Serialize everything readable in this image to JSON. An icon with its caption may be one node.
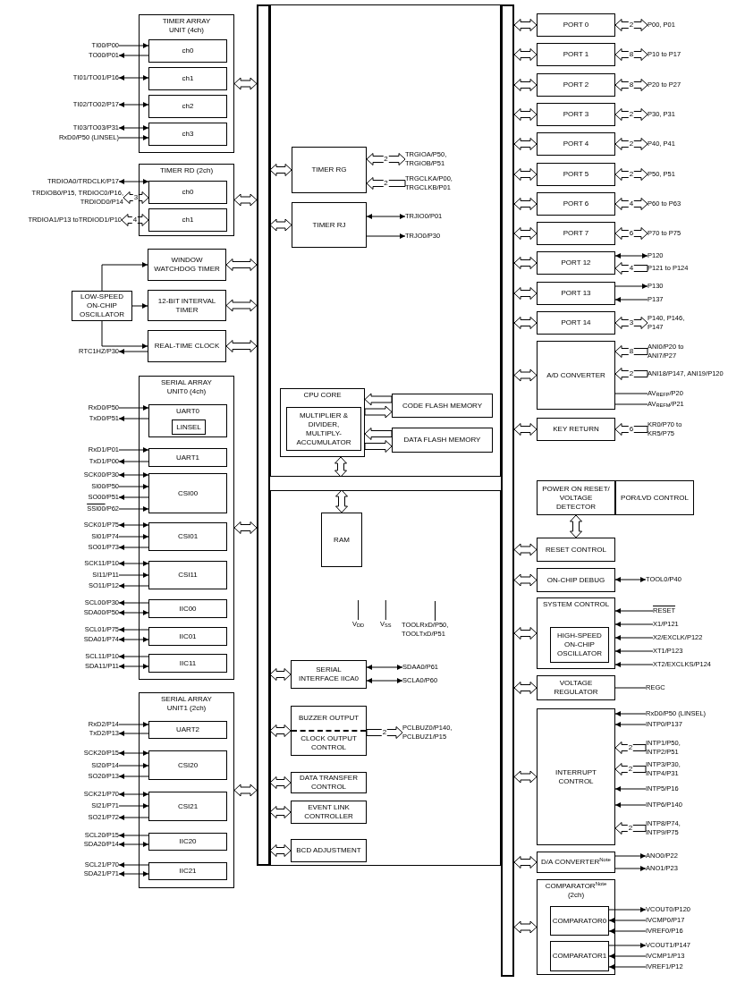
{
  "diagram": {
    "nodes": [
      {
        "text": [],
        "shape": "bar"
      },
      {
        "text": [
          "TIMER ARRAY UNIT (4ch)"
        ]
      },
      {
        "text": [
          "ch0"
        ],
        "in": 1
      },
      {
        "text": [
          "ch1"
        ],
        "in": 1
      },
      {
        "text": [
          "ch2"
        ],
        "in": 1
      },
      {
        "text": [
          "ch3"
        ],
        "in": 1
      },
      {
        "text": [
          "TI00/P00"
        ]
      },
      {
        "text": [
          "TO00/P01"
        ]
      },
      {
        "text": [
          "TI01/TO01/P16"
        ]
      },
      {
        "text": [
          "TI02/TO02/P17"
        ]
      },
      {
        "text": [
          "TI03/TO03/P31"
        ]
      },
      {
        "text": [
          "RxD0/P50 (LINSEL)"
        ]
      },
      {
        "text": [
          "TIMER RD (2ch)"
        ]
      },
      {
        "text": [
          "ch0"
        ],
        "in": 12
      },
      {
        "text": [
          "ch1"
        ],
        "in": 12
      },
      {
        "text": [
          "TRDIOA0/TRDCLK/P17"
        ]
      },
      {
        "text": [
          "TRDIOB0/P15, TRDIOC0/P16, TRDIOD0/P14"
        ]
      },
      {
        "text": [
          "TRDIOA1/P13 toTRDIOD1/P10"
        ]
      },
      {
        "text": [
          "WINDOW WATCHDOG TIMER"
        ]
      },
      {
        "text": [
          "LOW-SPEED ON-CHIP OSCILLATOR"
        ]
      },
      {
        "text": [
          "12-BIT INTERVAL TIMER"
        ]
      },
      {
        "text": [
          "REAL-TIME CLOCK"
        ]
      },
      {
        "text": [
          "RTC1HZ/P30"
        ]
      },
      {
        "text": [
          "SERIAL ARRAY UNIT0 (4ch)"
        ]
      },
      {
        "text": [
          "UART0"
        ],
        "in": 23
      },
      {
        "text": [
          "LINSEL"
        ],
        "in": 24
      },
      {
        "text": [
          "UART1"
        ],
        "in": 23
      },
      {
        "text": [
          "CSI00"
        ],
        "in": 23
      },
      {
        "text": [
          "CSI01"
        ],
        "in": 23
      },
      {
        "text": [
          "CSI11"
        ],
        "in": 23
      },
      {
        "text": [
          "IIC00"
        ],
        "in": 23
      },
      {
        "text": [
          "IIC01"
        ],
        "in": 23
      },
      {
        "text": [
          "IIC11"
        ],
        "in": 23
      },
      {
        "text": [
          "RxD0/P50"
        ]
      },
      {
        "text": [
          "TxD0/P51"
        ]
      },
      {
        "text": [
          "RxD1/P01"
        ]
      },
      {
        "text": [
          "TxD1/P00"
        ]
      },
      {
        "text": [
          "SCK00/P30"
        ]
      },
      {
        "text": [
          "SI00/P50"
        ]
      },
      {
        "text": [
          "SO00/P51"
        ]
      },
      {
        "text": [
          "SSI00/P62"
        ]
      },
      {
        "text": [
          "SCK01/P75"
        ]
      },
      {
        "text": [
          "SI01/P74"
        ]
      },
      {
        "text": [
          "SO01/P73"
        ]
      },
      {
        "text": [
          "SCK11/P10"
        ]
      },
      {
        "text": [
          "SI11/P11"
        ]
      },
      {
        "text": [
          "SO11/P12"
        ]
      },
      {
        "text": [
          "SCL00/P30"
        ]
      },
      {
        "text": [
          "SDA00/P50"
        ]
      },
      {
        "text": [
          "SCL01/P75"
        ]
      },
      {
        "text": [
          "SDA01/P74"
        ]
      },
      {
        "text": [
          "SCL11/P10"
        ]
      },
      {
        "text": [
          "SDA11/P11"
        ]
      },
      {
        "text": [
          "SERIAL ARRAY UNIT1 (2ch)"
        ]
      },
      {
        "text": [
          "UART2"
        ],
        "in": 53
      },
      {
        "text": [
          "CSI20"
        ],
        "in": 53
      },
      {
        "text": [
          "CSI21"
        ],
        "in": 53
      },
      {
        "text": [
          "IIC20"
        ],
        "in": 53
      },
      {
        "text": [
          "IIC21"
        ],
        "in": 53
      },
      {
        "text": [
          "RxD2/P14"
        ]
      },
      {
        "text": [
          "TxD2/P13"
        ]
      },
      {
        "text": [
          "SCK20/P15"
        ]
      },
      {
        "text": [
          "SI20/P14"
        ]
      },
      {
        "text": [
          "SO20/P13"
        ]
      },
      {
        "text": [
          "SCK21/P70"
        ]
      },
      {
        "text": [
          "SI21/P71"
        ]
      },
      {
        "text": [
          "SO21/P72"
        ]
      },
      {
        "text": [
          "SCL20/P15"
        ]
      },
      {
        "text": [
          "SDA20/P14"
        ]
      },
      {
        "text": [
          "SCL21/P70"
        ]
      },
      {
        "text": [
          "SDA21/P71"
        ]
      },
      {
        "text": [],
        "shape": "box"
      },
      {
        "text": [
          "TIMER RG"
        ],
        "in": 71
      },
      {
        "text": [
          "TIMER RJ"
        ],
        "in": 71
      },
      {
        "text": [
          "TRGIOA/P50, TRGIOB/P51"
        ],
        "in": 71
      },
      {
        "text": [
          "TRGCLKA/P00, TRGCLKB/P01"
        ],
        "in": 71
      },
      {
        "text": [
          "TRJIO0/P01"
        ],
        "in": 71
      },
      {
        "text": [
          "TRJO0/P30"
        ],
        "in": 71
      },
      {
        "text": [
          "CPU CORE"
        ],
        "in": 71
      },
      {
        "text": [
          "MULTIPLIER & DIVIDER, MULTIPLY-ACCUMULATOR"
        ],
        "in": 78
      },
      {
        "text": [
          "CODE FLASH MEMORY"
        ],
        "in": 71
      },
      {
        "text": [
          "DATA FLASH MEMORY"
        ],
        "in": 71
      },
      {
        "text": [],
        "shape": "box"
      },
      {
        "text": [
          "RAM"
        ],
        "in": 82
      },
      {
        "text": [
          "V$_{DD}$"
        ],
        "in": 82
      },
      {
        "text": [
          "V$_{SS}$"
        ],
        "in": 82
      },
      {
        "text": [
          "TOOLRxD/P50, TOOLTxD/P51"
        ],
        "in": 82
      },
      {
        "text": [
          "SERIAL INTERFACE IICA0"
        ],
        "in": 82
      },
      {
        "text": [
          "SDAA0/P61"
        ],
        "in": 82
      },
      {
        "text": [
          "SCLA0/P60"
        ],
        "in": 82
      },
      {
        "text": [
          "BUZZER OUTPUT",
          "CLOCK OUTPUT CONTROL"
        ],
        "in": 82
      },
      {
        "text": [
          "PCLBUZ0/P140, PCLBUZ1/P15"
        ],
        "in": 82
      },
      {
        "text": [
          "DATA TRANSFER CONTROL"
        ],
        "in": 82
      },
      {
        "text": [
          "EVENT LINK CONTROLLER"
        ],
        "in": 82
      },
      {
        "text": [
          "BCD ADJUSTMENT"
        ],
        "in": 82
      },
      {
        "text": [],
        "shape": "bar"
      },
      {
        "text": [
          "PORT 0"
        ]
      },
      {
        "text": [
          "P00, P01"
        ]
      },
      {
        "text": [
          "PORT 1"
        ]
      },
      {
        "text": [
          "P10 to P17"
        ]
      },
      {
        "text": [
          "PORT 2"
        ]
      },
      {
        "text": [
          "P20 to P27"
        ]
      },
      {
        "text": [
          "PORT 3"
        ]
      },
      {
        "text": [
          "P30, P31"
        ]
      },
      {
        "text": [
          "PORT 4"
        ]
      },
      {
        "text": [
          "P40, P41"
        ]
      },
      {
        "text": [
          "PORT 5"
        ]
      },
      {
        "text": [
          "P50, P51"
        ]
      },
      {
        "text": [
          "PORT 6"
        ]
      },
      {
        "text": [
          "P60 to P63"
        ]
      },
      {
        "text": [
          "PORT 7"
        ]
      },
      {
        "text": [
          "P70 to P75"
        ]
      },
      {
        "text": [
          "PORT 12"
        ]
      },
      {
        "text": [
          "P120"
        ]
      },
      {
        "text": [
          "P121 to P124"
        ]
      },
      {
        "text": [
          "PORT 13"
        ]
      },
      {
        "text": [
          "P130"
        ]
      },
      {
        "text": [
          "P137"
        ]
      },
      {
        "text": [
          "PORT 14"
        ]
      },
      {
        "text": [
          "P140, P146, P147"
        ]
      },
      {
        "text": [
          "A/D CONVERTER"
        ]
      },
      {
        "text": [
          "ANI0/P20 to ANI7/P27"
        ]
      },
      {
        "text": [
          "ANI18/P147, ANI19/P120"
        ]
      },
      {
        "text": [
          "AV$_{REFP}$/P20"
        ]
      },
      {
        "text": [
          "AV$_{REFM}$/P21"
        ]
      },
      {
        "text": [
          "KEY RETURN"
        ]
      },
      {
        "text": [
          "KR0/P70 to KR5/P75"
        ]
      },
      {
        "text": [
          "POWER ON RESET/ VOLTAGE DETECTOR"
        ]
      },
      {
        "text": [
          "POR/LVD CONTROL"
        ]
      },
      {
        "text": [
          "RESET CONTROL"
        ]
      },
      {
        "text": [
          "ON-CHIP DEBUG"
        ]
      },
      {
        "text": [
          "TOOL0/P40"
        ]
      },
      {
        "text": [
          "SYSTEM CONTROL"
        ]
      },
      {
        "text": [
          "HIGH-SPEED ON-CHIP OSCILLATOR"
        ],
        "in": 132
      },
      {
        "text": [
          "RESET"
        ]
      },
      {
        "text": [
          "X1/P121"
        ]
      },
      {
        "text": [
          "X2/EXCLK/P122"
        ]
      },
      {
        "text": [
          "XT1/P123"
        ]
      },
      {
        "text": [
          "XT2/EXCLKS/P124"
        ]
      },
      {
        "text": [
          "VOLTAGE REGULATOR"
        ]
      },
      {
        "text": [
          "REGC"
        ]
      },
      {
        "text": [
          "INTERRUPT CONTROL"
        ]
      },
      {
        "text": [
          "RxD0/P50 (LINSEL)"
        ]
      },
      {
        "text": [
          "INTP0/P137"
        ]
      },
      {
        "text": [
          "INTP1/P50, INTP2/P51"
        ]
      },
      {
        "text": [
          "INTP3/P30, INTP4/P31"
        ]
      },
      {
        "text": [
          "INTP5/P16"
        ]
      },
      {
        "text": [
          "INTP6/P140"
        ]
      },
      {
        "text": [
          "INTP8/P74, INTP9/P75"
        ]
      },
      {
        "text": [
          "D/A CONVERTER$^{Note}$"
        ]
      },
      {
        "text": [
          "ANO0/P22"
        ]
      },
      {
        "text": [
          "ANO1/P23"
        ]
      },
      {
        "text": [
          "COMPARATOR$^{Note}$ (2ch)"
        ]
      },
      {
        "text": [
          "COMPARATOR0"
        ],
        "in": 152
      },
      {
        "text": [
          "COMPARATOR1"
        ],
        "in": 152
      },
      {
        "text": [
          "VCOUT0/P120"
        ]
      },
      {
        "text": [
          "IVCMP0/P17"
        ]
      },
      {
        "text": [
          "IVREF0/P16"
        ]
      },
      {
        "text": [
          "VCOUT1/P147"
        ]
      },
      {
        "text": [
          "IVCMP1/P13"
        ]
      },
      {
        "text": [
          "IVREF1/P12"
        ]
      }
    ],
    "edges": [
      {
        "from": 1,
        "to": 0,
        "arrow": "both",
        "style": "thick"
      },
      {
        "from": 6,
        "to": 2,
        "arrow": "to"
      },
      {
        "from": 2,
        "to": 7,
        "arrow": "to"
      },
      {
        "from": 8,
        "to": 3,
        "arrow": "both"
      },
      {
        "from": 9,
        "to": 4,
        "arrow": "both"
      },
      {
        "from": 10,
        "to": 5,
        "arrow": "both"
      },
      {
        "from": 11,
        "to": 5,
        "arrow": "to"
      },
      {
        "from": 12,
        "to": 0,
        "arrow": "both",
        "style": "thick"
      },
      {
        "from": 15,
        "to": 13,
        "arrow": "both"
      },
      {
        "from": 16,
        "to": 13,
        "arrow": "both",
        "style": "thick",
        "label": "3"
      },
      {
        "from": 17,
        "to": 14,
        "arrow": "both",
        "style": "thick",
        "label": "4"
      },
      {
        "from": 18,
        "to": 0,
        "arrow": "both",
        "style": "thick"
      },
      {
        "from": 20,
        "to": 0,
        "arrow": "both",
        "style": "thick"
      },
      {
        "from": 21,
        "to": 0,
        "arrow": "both",
        "style": "thick"
      },
      {
        "from": 19,
        "to": 18,
        "arrow": "to"
      },
      {
        "from": 19,
        "to": 20,
        "arrow": "to"
      },
      {
        "from": 19,
        "to": 21,
        "arrow": "to"
      },
      {
        "from": 21,
        "to": 22,
        "arrow": "to"
      },
      {
        "from": 23,
        "to": 0,
        "arrow": "both",
        "style": "thick"
      },
      {
        "from": 33,
        "to": 24,
        "arrow": "to"
      },
      {
        "from": 24,
        "to": 34,
        "arrow": "to"
      },
      {
        "from": 35,
        "to": 26,
        "arrow": "to"
      },
      {
        "from": 26,
        "to": 36,
        "arrow": "to"
      },
      {
        "from": 37,
        "to": 27,
        "arrow": "both"
      },
      {
        "from": 38,
        "to": 27,
        "arrow": "to"
      },
      {
        "from": 27,
        "to": 39,
        "arrow": "to"
      },
      {
        "from": 40,
        "to": 27,
        "arrow": "to"
      },
      {
        "from": 41,
        "to": 28,
        "arrow": "both"
      },
      {
        "from": 42,
        "to": 28,
        "arrow": "to"
      },
      {
        "from": 28,
        "to": 43,
        "arrow": "to"
      },
      {
        "from": 44,
        "to": 29,
        "arrow": "both"
      },
      {
        "from": 45,
        "to": 29,
        "arrow": "to"
      },
      {
        "from": 29,
        "to": 46,
        "arrow": "to"
      },
      {
        "from": 30,
        "to": 47,
        "arrow": "to"
      },
      {
        "from": 48,
        "to": 30,
        "arrow": "both"
      },
      {
        "from": 31,
        "to": 49,
        "arrow": "to"
      },
      {
        "from": 50,
        "to": 31,
        "arrow": "both"
      },
      {
        "from": 32,
        "to": 51,
        "arrow": "to"
      },
      {
        "from": 52,
        "to": 32,
        "arrow": "both"
      },
      {
        "from": 53,
        "to": 0,
        "arrow": "both",
        "style": "thick"
      },
      {
        "from": 59,
        "to": 54,
        "arrow": "to"
      },
      {
        "from": 54,
        "to": 60,
        "arrow": "to"
      },
      {
        "from": 61,
        "to": 55,
        "arrow": "both"
      },
      {
        "from": 62,
        "to": 55,
        "arrow": "to"
      },
      {
        "from": 55,
        "to": 63,
        "arrow": "to"
      },
      {
        "from": 64,
        "to": 56,
        "arrow": "both"
      },
      {
        "from": 65,
        "to": 56,
        "arrow": "to"
      },
      {
        "from": 56,
        "to": 66,
        "arrow": "to"
      },
      {
        "from": 57,
        "to": 67,
        "arrow": "to"
      },
      {
        "from": 68,
        "to": 57,
        "arrow": "both"
      },
      {
        "from": 58,
        "to": 69,
        "arrow": "to"
      },
      {
        "from": 70,
        "to": 58,
        "arrow": "both"
      },
      {
        "from": 72,
        "to": 0,
        "arrow": "both",
        "style": "thick"
      },
      {
        "from": 73,
        "to": 0,
        "arrow": "both",
        "style": "thick"
      },
      {
        "from": 72,
        "to": 74,
        "arrow": "both",
        "style": "thick",
        "label": "2"
      },
      {
        "from": 75,
        "to": 72,
        "arrow": "to",
        "style": "thick",
        "label": "2"
      },
      {
        "from": 76,
        "to": 73,
        "arrow": "both"
      },
      {
        "from": 73,
        "to": 77,
        "arrow": "to"
      },
      {
        "from": 80,
        "to": 78,
        "arrow": "to",
        "style": "thick"
      },
      {
        "from": 78,
        "to": 80,
        "arrow": "to",
        "style": "thick"
      },
      {
        "from": 81,
        "to": 78,
        "arrow": "to",
        "style": "thick"
      },
      {
        "from": 78,
        "to": 81,
        "arrow": "to",
        "style": "thick"
      },
      {
        "from": 78,
        "to": 71,
        "arrow": "both",
        "style": "thick"
      },
      {
        "from": 82,
        "to": 83,
        "arrow": "both",
        "style": "thick"
      },
      {
        "from": 84,
        "to": null,
        "arrow": "none"
      },
      {
        "from": 85,
        "to": null,
        "arrow": "none"
      },
      {
        "from": 86,
        "to": null,
        "arrow": "none"
      },
      {
        "from": 87,
        "to": 0,
        "arrow": "both",
        "style": "thick"
      },
      {
        "from": 88,
        "to": 87,
        "arrow": "both"
      },
      {
        "from": 89,
        "to": 87,
        "arrow": "both"
      },
      {
        "from": 90,
        "to": 0,
        "arrow": "both",
        "style": "thick"
      },
      {
        "from": 90,
        "to": 91,
        "arrow": "to",
        "style": "thick",
        "label": "2"
      },
      {
        "from": 92,
        "to": 0,
        "arrow": "both",
        "style": "thick"
      },
      {
        "from": 93,
        "to": 0,
        "arrow": "both",
        "style": "thick"
      },
      {
        "from": 94,
        "to": 0,
        "arrow": "both",
        "style": "thick"
      },
      {
        "from": 96,
        "to": 95,
        "arrow": "both",
        "style": "thick"
      },
      {
        "from": 96,
        "to": 97,
        "arrow": "both",
        "style": "thick",
        "label": "2"
      },
      {
        "from": 98,
        "to": 95,
        "arrow": "both",
        "style": "thick"
      },
      {
        "from": 98,
        "to": 99,
        "arrow": "both",
        "style": "thick",
        "label": "8"
      },
      {
        "from": 100,
        "to": 95,
        "arrow": "both",
        "style": "thick"
      },
      {
        "from": 100,
        "to": 101,
        "arrow": "both",
        "style": "thick",
        "label": "8"
      },
      {
        "from": 102,
        "to": 95,
        "arrow": "both",
        "style": "thick"
      },
      {
        "from": 102,
        "to": 103,
        "arrow": "both",
        "style": "thick",
        "label": "2"
      },
      {
        "from": 104,
        "to": 95,
        "arrow": "both",
        "style": "thick"
      },
      {
        "from": 104,
        "to": 105,
        "arrow": "both",
        "style": "thick",
        "label": "2"
      },
      {
        "from": 106,
        "to": 95,
        "arrow": "both",
        "style": "thick"
      },
      {
        "from": 106,
        "to": 107,
        "arrow": "both",
        "style": "thick",
        "label": "2"
      },
      {
        "from": 108,
        "to": 95,
        "arrow": "both",
        "style": "thick"
      },
      {
        "from": 108,
        "to": 109,
        "arrow": "both",
        "style": "thick",
        "label": "4"
      },
      {
        "from": 110,
        "to": 95,
        "arrow": "both",
        "style": "thick"
      },
      {
        "from": 110,
        "to": 111,
        "arrow": "both",
        "style": "thick",
        "label": "6"
      },
      {
        "from": 112,
        "to": 95,
        "arrow": "both",
        "style": "thick"
      },
      {
        "from": 113,
        "to": 112,
        "arrow": "both"
      },
      {
        "from": 114,
        "to": 112,
        "arrow": "to",
        "style": "thick",
        "label": "4"
      },
      {
        "from": 115,
        "to": 95,
        "arrow": "both",
        "style": "thick"
      },
      {
        "from": 115,
        "to": 116,
        "arrow": "to"
      },
      {
        "from": 117,
        "to": 115,
        "arrow": "to"
      },
      {
        "from": 118,
        "to": 95,
        "arrow": "both",
        "style": "thick"
      },
      {
        "from": 118,
        "to": 119,
        "arrow": "both",
        "style": "thick",
        "label": "3"
      },
      {
        "from": 120,
        "to": 95,
        "arrow": "both",
        "style": "thick"
      },
      {
        "from": 121,
        "to": 120,
        "arrow": "to",
        "style": "thick",
        "label": "8"
      },
      {
        "from": 122,
        "to": 120,
        "arrow": "to",
        "style": "thick",
        "label": "2"
      },
      {
        "from": 120,
        "to": 123,
        "arrow": "none"
      },
      {
        "from": 120,
        "to": 124,
        "arrow": "none"
      },
      {
        "from": 125,
        "to": 95,
        "arrow": "both",
        "style": "thick"
      },
      {
        "from": 126,
        "to": 125,
        "arrow": "to",
        "style": "thick",
        "label": "6"
      },
      {
        "from": 127,
        "to": 129,
        "arrow": "both",
        "style": "thick"
      },
      {
        "from": 129,
        "to": 95,
        "arrow": "both",
        "style": "thick"
      },
      {
        "from": 130,
        "to": 95,
        "arrow": "both",
        "style": "thick"
      },
      {
        "from": 131,
        "to": 130,
        "arrow": "both"
      },
      {
        "from": 132,
        "to": 95,
        "arrow": "both",
        "style": "thick"
      },
      {
        "from": 134,
        "to": 132,
        "arrow": "to"
      },
      {
        "from": 135,
        "to": 132,
        "arrow": "to"
      },
      {
        "from": 136,
        "to": 132,
        "arrow": "to"
      },
      {
        "from": 137,
        "to": 132,
        "arrow": "to"
      },
      {
        "from": 138,
        "to": 132,
        "arrow": "to"
      },
      {
        "from": 139,
        "to": 95,
        "arrow": "both",
        "style": "thick"
      },
      {
        "from": 139,
        "to": 140,
        "arrow": "none"
      },
      {
        "from": 141,
        "to": 95,
        "arrow": "both",
        "style": "thick"
      },
      {
        "from": 142,
        "to": 141,
        "arrow": "to"
      },
      {
        "from": 143,
        "to": 141,
        "arrow": "to"
      },
      {
        "from": 144,
        "to": 141,
        "arrow": "to",
        "style": "thick",
        "label": "2"
      },
      {
        "from": 145,
        "to": 141,
        "arrow": "to",
        "style": "thick",
        "label": "2"
      },
      {
        "from": 146,
        "to": 141,
        "arrow": "to"
      },
      {
        "from": 147,
        "to": 141,
        "arrow": "to"
      },
      {
        "from": 148,
        "to": 141,
        "arrow": "to",
        "style": "thick",
        "label": "2"
      },
      {
        "from": 149,
        "to": 95,
        "arrow": "both",
        "style": "thick"
      },
      {
        "from": 149,
        "to": 150,
        "arrow": "to"
      },
      {
        "from": 149,
        "to": 151,
        "arrow": "to"
      },
      {
        "from": 152,
        "to": 95,
        "arrow": "both",
        "style": "thick"
      },
      {
        "from": 153,
        "to": 155,
        "arrow": "to"
      },
      {
        "from": 156,
        "to": 153,
        "arrow": "to"
      },
      {
        "from": 157,
        "to": 153,
        "arrow": "to"
      },
      {
        "from": 154,
        "to": 158,
        "arrow": "to"
      },
      {
        "from": 159,
        "to": 154,
        "arrow": "to"
      },
      {
        "from": 160,
        "to": 154,
        "arrow": "to"
      }
    ]
  }
}
